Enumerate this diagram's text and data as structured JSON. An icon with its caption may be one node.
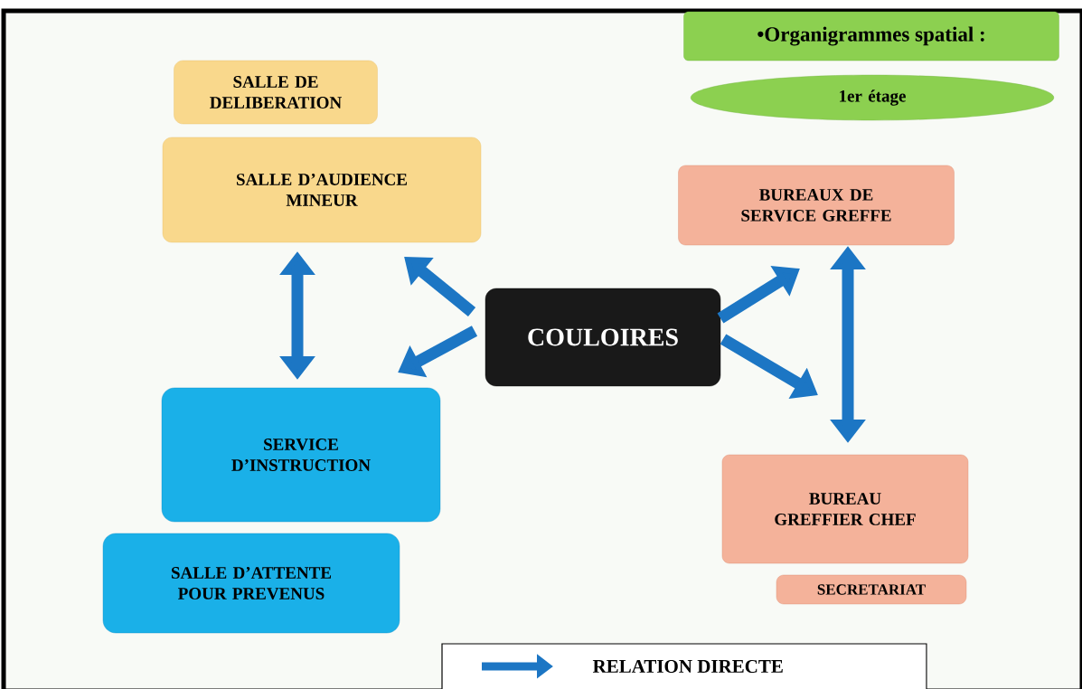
{
  "diagram": {
    "title": "•Organigrammes spatial :",
    "nodes": [
      {
        "text": [
          "1er étage"
        ]
      },
      {
        "text": [
          "SALLE DE DELIBERATION"
        ]
      },
      {
        "text": [
          "SALLE D’AUDIENCE MINEUR"
        ]
      },
      {
        "text": [
          "BUREAUX DE SERVICE GREFFE"
        ]
      },
      {
        "text": [
          "COULOIRES"
        ]
      },
      {
        "text": [
          "SERVICE D’INSTRUCTION"
        ]
      },
      {
        "text": [
          "BUREAU GREFFIER CHEF"
        ]
      },
      {
        "text": [
          "SALLE D’ATTENTE POUR PREVENUS"
        ]
      },
      {
        "text": [
          "SECRETARIAT"
        ]
      }
    ],
    "edges": [
      {
        "from": 2,
        "to": 5,
        "arrow": "both"
      },
      {
        "from": 4,
        "to": 2,
        "arrow": "to"
      },
      {
        "from": 4,
        "to": 5,
        "arrow": "to"
      },
      {
        "from": 4,
        "to": 3,
        "arrow": "to"
      },
      {
        "from": 4,
        "to": 6,
        "arrow": "to"
      },
      {
        "from": 3,
        "to": 6,
        "arrow": "both"
      }
    ],
    "legend": [
      {
        "text": "RELATION DIRECTE"
      }
    ]
  }
}
